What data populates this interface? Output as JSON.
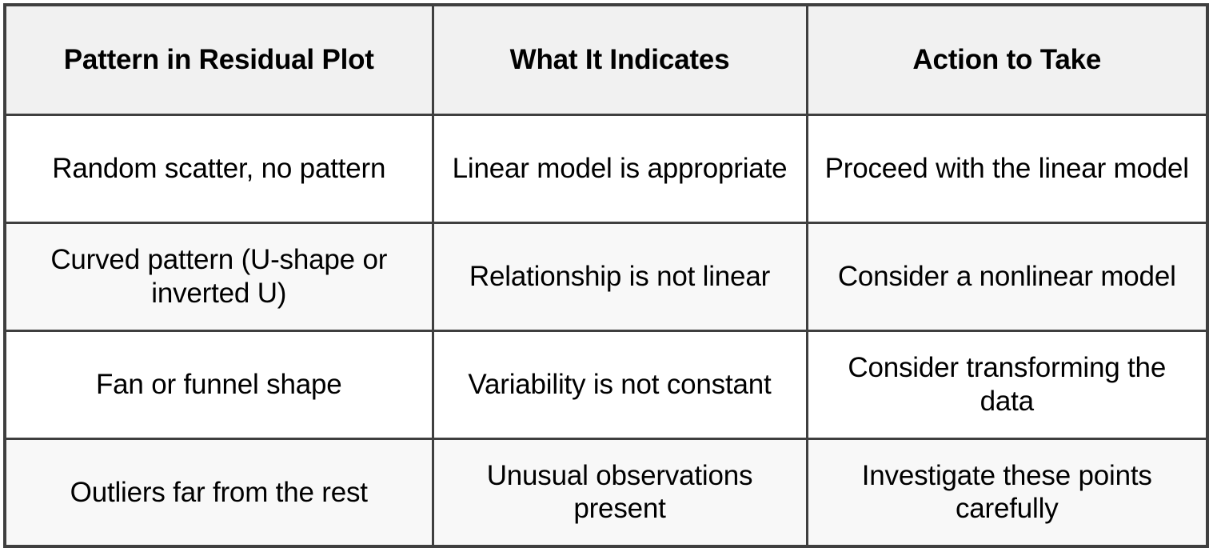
{
  "table": {
    "columns": [
      {
        "key": "pattern",
        "header": "Pattern in Residual Plot"
      },
      {
        "key": "indicates",
        "header": "What It Indicates"
      },
      {
        "key": "action",
        "header": "Action to Take"
      }
    ],
    "rows": [
      {
        "pattern": "Random scatter, no pattern",
        "indicates": "Linear model is appropriate",
        "action": "Proceed with the linear model"
      },
      {
        "pattern": "Curved pattern (U-shape or inverted U)",
        "indicates": "Relationship is not linear",
        "action": "Consider a nonlinear model"
      },
      {
        "pattern": "Fan or funnel shape",
        "indicates": "Variability is not constant",
        "action": "Consider transforming the data"
      },
      {
        "pattern": "Outliers far from the rest",
        "indicates": "Unusual observations present",
        "action": "Investigate these points carefully"
      }
    ]
  },
  "colors": {
    "border": "#3f3f3f",
    "header_background": "#f1f1f1",
    "row_background_odd": "#ffffff",
    "row_background_even": "#f8f8f8",
    "text": "#000000"
  }
}
